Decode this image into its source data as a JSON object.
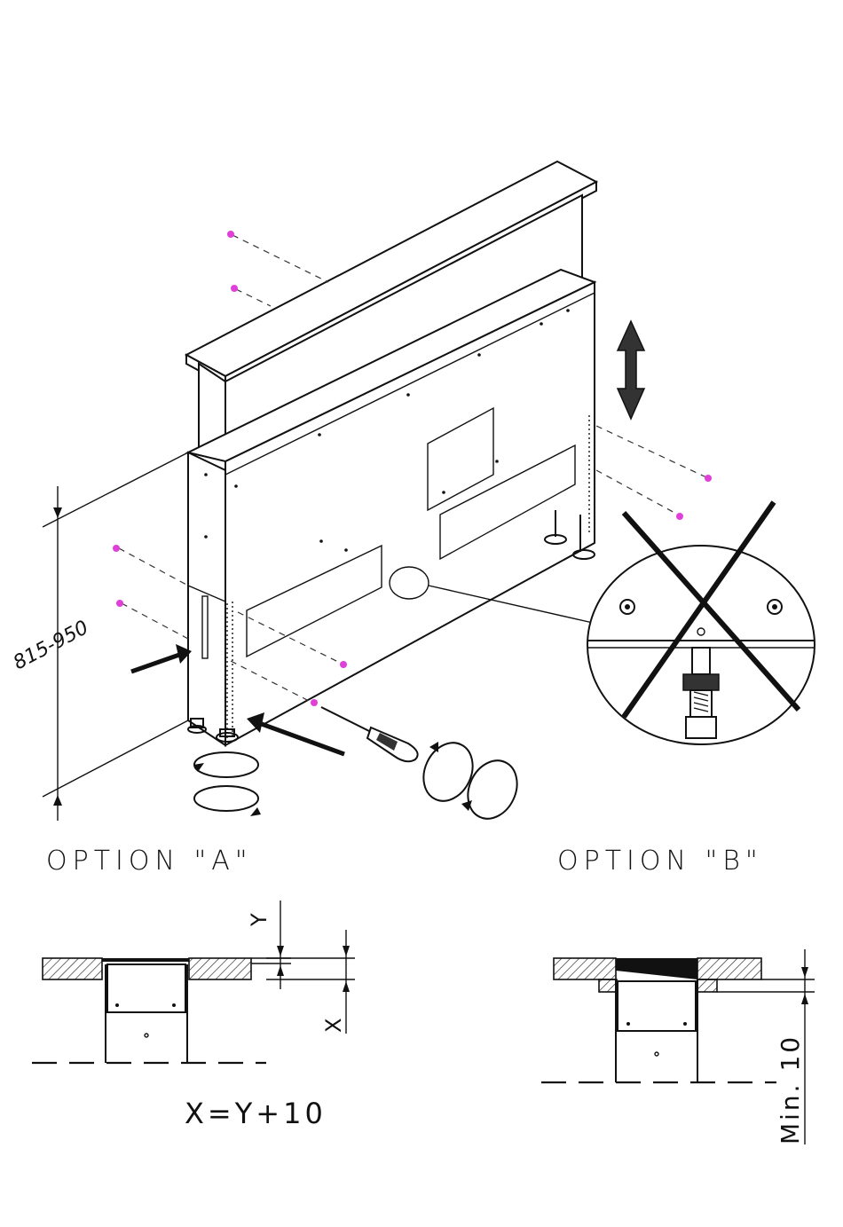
{
  "labels": {
    "height_range": "815-950",
    "option_a": "OPTION \"A\"",
    "option_b": "OPTION \"B\"",
    "dim_y": "Y",
    "dim_x": "X",
    "formula": "X=Y+10",
    "min_dim": "Min. 10"
  },
  "colors": {
    "screw": "#e040d8",
    "line": "#111111",
    "hatch": "#222222"
  },
  "icons": {
    "vertical_arrow": "double-arrow-icon",
    "rotate_arrows": "rotate-arrows-icon",
    "screwdriver": "screwdriver-icon",
    "prohibited_cross": "cross-icon"
  }
}
